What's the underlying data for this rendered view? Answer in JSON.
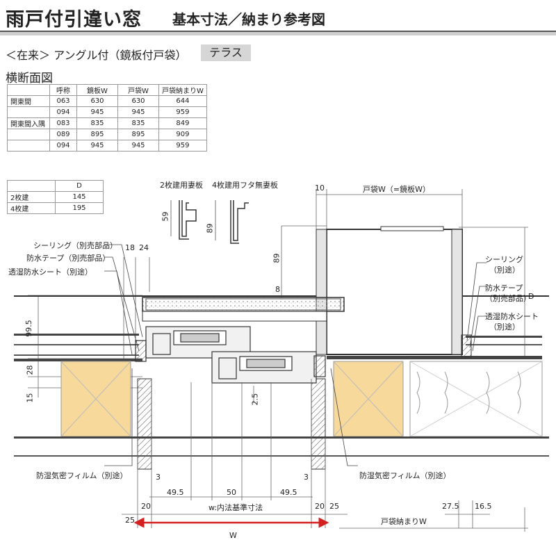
{
  "header": {
    "title": "雨戸付引違い窓",
    "subtitle": "基本寸法／納まり参考図"
  },
  "spec": {
    "line": "＜在来＞ アングル付（鏡板付戸袋）",
    "badge": "テラス",
    "section_title": "横断面図"
  },
  "size_table": {
    "headers": [
      "",
      "呼称",
      "鏡板W",
      "戸袋W",
      "戸袋納まりW"
    ],
    "rows": [
      [
        "関東間",
        "063",
        "630",
        "630",
        "644"
      ],
      [
        "",
        "094",
        "945",
        "945",
        "959"
      ],
      [
        "関東間入隅",
        "083",
        "835",
        "835",
        "849"
      ],
      [
        "",
        "089",
        "895",
        "895",
        "909"
      ],
      [
        "",
        "094",
        "945",
        "945",
        "959"
      ]
    ]
  },
  "d_table": {
    "headers": [
      "",
      "D"
    ],
    "rows": [
      [
        "2枚建",
        "145"
      ],
      [
        "4枚建",
        "195"
      ]
    ]
  },
  "profiles": {
    "two_panel": "2枚建用妻板",
    "four_panel": "4枚建用フタ無妻板",
    "dim_59": "59",
    "dim_89": "89"
  },
  "labels": {
    "sealing_left": "シーリング（別売部品）",
    "tape_left": "防水テープ（別売部品）",
    "sheet_left": "透湿防水シート（別途）",
    "film_left": "防湿気密フィルム（別途）",
    "film_right": "防湿気密フィルム（別途）",
    "sealing_right_1": "シーリング",
    "sealing_right_2": "（別途）",
    "tape_right_1": "防水テープ",
    "tape_right_2": "（別売部品）",
    "sheet_right_1": "透湿防水シート",
    "sheet_right_2": "（別途）"
  },
  "dimensions": {
    "d18": "18",
    "d24": "24",
    "d10": "10",
    "tobukuro_w": "戸袋W（=鏡板W）",
    "d89": "89",
    "d8": "8",
    "dD": "D",
    "d99_5": "99.5",
    "d28": "28",
    "d15": "15",
    "d2_5": "2.5",
    "d3_left": "3",
    "d3_right": "3",
    "d49_5_left": "49.5",
    "d50": "50",
    "d49_5_right": "49.5",
    "d20_left": "20",
    "inner_w": "w:内法基準寸法",
    "d20_right": "20",
    "d25_a": "25",
    "d27_5": "27.5",
    "d16_5": "16.5",
    "d25_left": "25",
    "W": "W",
    "tobukuro_osamari_w": "戸袋納まりW"
  },
  "colors": {
    "insulation": "#f6d99b",
    "accent_red": "#d42020",
    "badge_bg": "#d6d6d6"
  }
}
